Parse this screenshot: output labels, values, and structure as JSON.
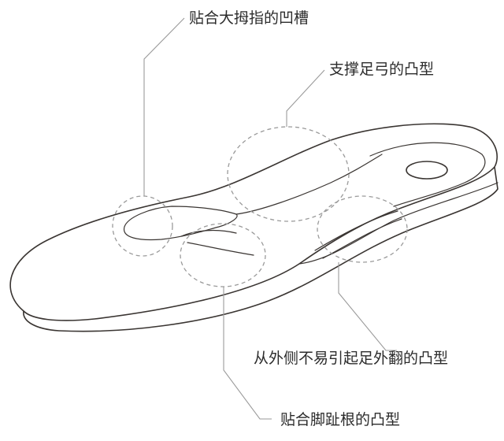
{
  "callouts": {
    "toe_groove": "贴合大拇指的凹槽",
    "arch_support": "支撑足弓的凸型",
    "anti_eversion": "从外侧不易引起足外翻的凸型",
    "toe_base": "贴合脚趾根的凸型"
  },
  "colors": {
    "outline": "#3a3532",
    "callout_line": "#9a9a9a",
    "text": "#2b2b2b"
  }
}
